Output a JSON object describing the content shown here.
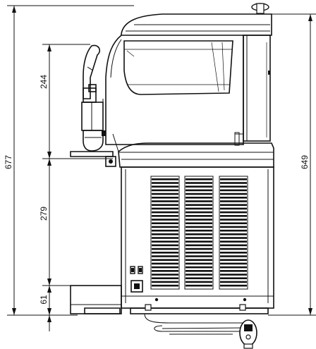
{
  "drawing": {
    "dimensions": {
      "total_height": "677",
      "upper_section": "244",
      "middle_section": "279",
      "base_section": "61",
      "right_height": "649"
    }
  }
}
